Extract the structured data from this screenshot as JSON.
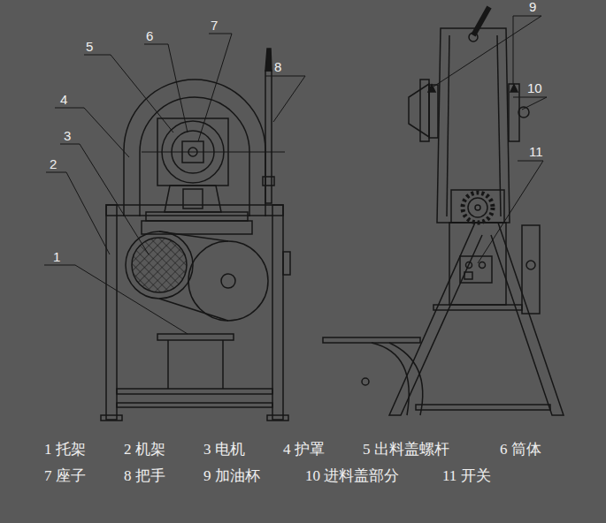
{
  "diagram": {
    "labels": [
      "5",
      "6",
      "7",
      "4",
      "8",
      "3",
      "2",
      "1",
      "9",
      "10",
      "11",
      "1 托架",
      "2 机架",
      "3 电机",
      "4 护罩",
      "5 出料盖螺杆",
      "6 筒体",
      "7 座子",
      "8 把手",
      "9 加油杯",
      "10 进料盖部分",
      "11 开关"
    ]
  }
}
